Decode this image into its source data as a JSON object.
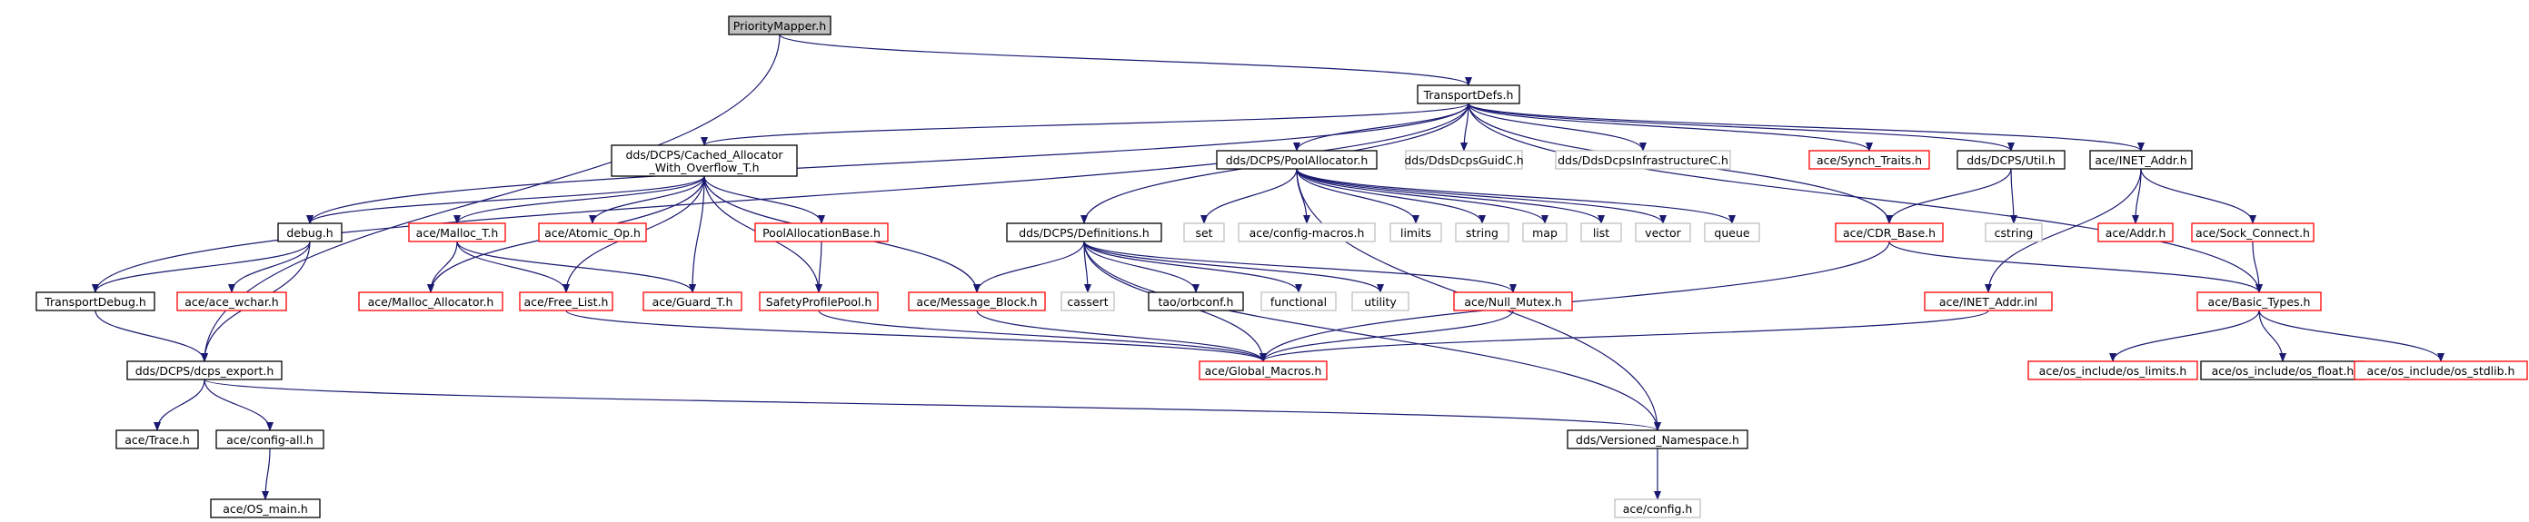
{
  "colors": {
    "edge": "#191970",
    "border_normal": "#000000",
    "border_red": "#ff0000",
    "border_gray": "#bfbfbf",
    "fill_root": "#bfbfbf",
    "fill_default": "#ffffff"
  },
  "nodes": [
    {
      "id": "PriorityMapper",
      "label": "PriorityMapper.h",
      "style": "root"
    },
    {
      "id": "TransportDefs",
      "label": "TransportDefs.h",
      "style": "normal"
    },
    {
      "id": "CachedAlloc",
      "label": "dds/DCPS/Cached_Allocator\n_With_Overflow_T.h",
      "style": "normal"
    },
    {
      "id": "PoolAllocator",
      "label": "dds/DCPS/PoolAllocator.h",
      "style": "normal"
    },
    {
      "id": "GuidC",
      "label": "dds/DdsDcpsGuidC.h",
      "style": "gray"
    },
    {
      "id": "InfraC",
      "label": "dds/DdsDcpsInfrastructureC.h",
      "style": "gray"
    },
    {
      "id": "SynchTraits",
      "label": "ace/Synch_Traits.h",
      "style": "red"
    },
    {
      "id": "Util",
      "label": "dds/DCPS/Util.h",
      "style": "normal"
    },
    {
      "id": "INETAddr",
      "label": "ace/INET_Addr.h",
      "style": "normal"
    },
    {
      "id": "debug",
      "label": "debug.h",
      "style": "normal"
    },
    {
      "id": "MallocT",
      "label": "ace/Malloc_T.h",
      "style": "red"
    },
    {
      "id": "AtomicOp",
      "label": "ace/Atomic_Op.h",
      "style": "red"
    },
    {
      "id": "PoolAllocBase",
      "label": "PoolAllocationBase.h",
      "style": "red"
    },
    {
      "id": "Definitions",
      "label": "dds/DCPS/Definitions.h",
      "style": "normal"
    },
    {
      "id": "set",
      "label": "set",
      "style": "gray"
    },
    {
      "id": "configmacros",
      "label": "ace/config-macros.h",
      "style": "gray"
    },
    {
      "id": "limits",
      "label": "limits",
      "style": "gray"
    },
    {
      "id": "string",
      "label": "string",
      "style": "gray"
    },
    {
      "id": "map",
      "label": "map",
      "style": "gray"
    },
    {
      "id": "list",
      "label": "list",
      "style": "gray"
    },
    {
      "id": "vector",
      "label": "vector",
      "style": "gray"
    },
    {
      "id": "queue",
      "label": "queue",
      "style": "gray"
    },
    {
      "id": "CDRBase",
      "label": "ace/CDR_Base.h",
      "style": "red"
    },
    {
      "id": "cstring",
      "label": "cstring",
      "style": "gray"
    },
    {
      "id": "Addr",
      "label": "ace/Addr.h",
      "style": "red"
    },
    {
      "id": "SockConnect",
      "label": "ace/Sock_Connect.h",
      "style": "red"
    },
    {
      "id": "TransportDebug",
      "label": "TransportDebug.h",
      "style": "normal"
    },
    {
      "id": "acewchar",
      "label": "ace/ace_wchar.h",
      "style": "red"
    },
    {
      "id": "MallocAllocator",
      "label": "ace/Malloc_Allocator.h",
      "style": "red"
    },
    {
      "id": "FreeList",
      "label": "ace/Free_List.h",
      "style": "red"
    },
    {
      "id": "GuardT",
      "label": "ace/Guard_T.h",
      "style": "red"
    },
    {
      "id": "SafetyProfilePool",
      "label": "SafetyProfilePool.h",
      "style": "red"
    },
    {
      "id": "MessageBlock",
      "label": "ace/Message_Block.h",
      "style": "red"
    },
    {
      "id": "cassert",
      "label": "cassert",
      "style": "gray"
    },
    {
      "id": "orbconf",
      "label": "tao/orbconf.h",
      "style": "normal"
    },
    {
      "id": "functional",
      "label": "functional",
      "style": "gray"
    },
    {
      "id": "utility",
      "label": "utility",
      "style": "gray"
    },
    {
      "id": "NullMutex",
      "label": "ace/Null_Mutex.h",
      "style": "red"
    },
    {
      "id": "INETAddrInl",
      "label": "ace/INET_Addr.inl",
      "style": "red"
    },
    {
      "id": "BasicTypes",
      "label": "ace/Basic_Types.h",
      "style": "red"
    },
    {
      "id": "dcpsexport",
      "label": "dds/DCPS/dcps_export.h",
      "style": "normal"
    },
    {
      "id": "GlobalMacros",
      "label": "ace/Global_Macros.h",
      "style": "red"
    },
    {
      "id": "oslimits",
      "label": "ace/os_include/os_limits.h",
      "style": "red"
    },
    {
      "id": "osfloat",
      "label": "ace/os_include/os_float.h",
      "style": "normal"
    },
    {
      "id": "osstdlib",
      "label": "ace/os_include/os_stdlib.h",
      "style": "red"
    },
    {
      "id": "Trace",
      "label": "ace/Trace.h",
      "style": "normal"
    },
    {
      "id": "configall",
      "label": "ace/config-all.h",
      "style": "normal"
    },
    {
      "id": "Versioned",
      "label": "dds/Versioned_Namespace.h",
      "style": "normal"
    },
    {
      "id": "OSmain",
      "label": "ace/OS_main.h",
      "style": "normal"
    },
    {
      "id": "config",
      "label": "ace/config.h",
      "style": "gray"
    }
  ],
  "edges": [
    [
      "PriorityMapper",
      "TransportDefs"
    ],
    [
      "PriorityMapper",
      "dcpsexport"
    ],
    [
      "TransportDefs",
      "CachedAlloc"
    ],
    [
      "TransportDefs",
      "PoolAllocator"
    ],
    [
      "TransportDefs",
      "GuidC"
    ],
    [
      "TransportDefs",
      "InfraC"
    ],
    [
      "TransportDefs",
      "SynchTraits"
    ],
    [
      "TransportDefs",
      "Util"
    ],
    [
      "TransportDefs",
      "INETAddr"
    ],
    [
      "TransportDefs",
      "debug"
    ],
    [
      "TransportDefs",
      "Definitions"
    ],
    [
      "TransportDefs",
      "CDRBase"
    ],
    [
      "TransportDefs",
      "TransportDebug"
    ],
    [
      "TransportDefs",
      "BasicTypes"
    ],
    [
      "CachedAlloc",
      "debug"
    ],
    [
      "CachedAlloc",
      "MallocT"
    ],
    [
      "CachedAlloc",
      "AtomicOp"
    ],
    [
      "CachedAlloc",
      "PoolAllocBase"
    ],
    [
      "CachedAlloc",
      "MallocAllocator"
    ],
    [
      "CachedAlloc",
      "FreeList"
    ],
    [
      "CachedAlloc",
      "GuardT"
    ],
    [
      "CachedAlloc",
      "SafetyProfilePool"
    ],
    [
      "CachedAlloc",
      "MessageBlock"
    ],
    [
      "PoolAllocator",
      "set"
    ],
    [
      "PoolAllocator",
      "configmacros"
    ],
    [
      "PoolAllocator",
      "limits"
    ],
    [
      "PoolAllocator",
      "string"
    ],
    [
      "PoolAllocator",
      "map"
    ],
    [
      "PoolAllocator",
      "list"
    ],
    [
      "PoolAllocator",
      "vector"
    ],
    [
      "PoolAllocator",
      "queue"
    ],
    [
      "PoolAllocator",
      "Versioned"
    ],
    [
      "Util",
      "CDRBase"
    ],
    [
      "Util",
      "cstring"
    ],
    [
      "INETAddr",
      "Addr"
    ],
    [
      "INETAddr",
      "SockConnect"
    ],
    [
      "INETAddr",
      "INETAddrInl"
    ],
    [
      "debug",
      "TransportDebug"
    ],
    [
      "debug",
      "acewchar"
    ],
    [
      "debug",
      "dcpsexport"
    ],
    [
      "MallocT",
      "MallocAllocator"
    ],
    [
      "MallocT",
      "FreeList"
    ],
    [
      "MallocT",
      "GuardT"
    ],
    [
      "PoolAllocBase",
      "SafetyProfilePool"
    ],
    [
      "Definitions",
      "MessageBlock"
    ],
    [
      "Definitions",
      "cassert"
    ],
    [
      "Definitions",
      "orbconf"
    ],
    [
      "Definitions",
      "functional"
    ],
    [
      "Definitions",
      "utility"
    ],
    [
      "Definitions",
      "NullMutex"
    ],
    [
      "Definitions",
      "GlobalMacros"
    ],
    [
      "Definitions",
      "Versioned"
    ],
    [
      "CDRBase",
      "BasicTypes"
    ],
    [
      "CDRBase",
      "GlobalMacros"
    ],
    [
      "SockConnect",
      "BasicTypes"
    ],
    [
      "TransportDebug",
      "dcpsexport"
    ],
    [
      "FreeList",
      "GlobalMacros"
    ],
    [
      "SafetyProfilePool",
      "GlobalMacros"
    ],
    [
      "MessageBlock",
      "GlobalMacros"
    ],
    [
      "NullMutex",
      "GlobalMacros"
    ],
    [
      "INETAddrInl",
      "GlobalMacros"
    ],
    [
      "BasicTypes",
      "oslimits"
    ],
    [
      "BasicTypes",
      "osfloat"
    ],
    [
      "BasicTypes",
      "osstdlib"
    ],
    [
      "dcpsexport",
      "Trace"
    ],
    [
      "dcpsexport",
      "configall"
    ],
    [
      "dcpsexport",
      "Versioned"
    ],
    [
      "configall",
      "OSmain"
    ],
    [
      "Versioned",
      "config"
    ]
  ]
}
